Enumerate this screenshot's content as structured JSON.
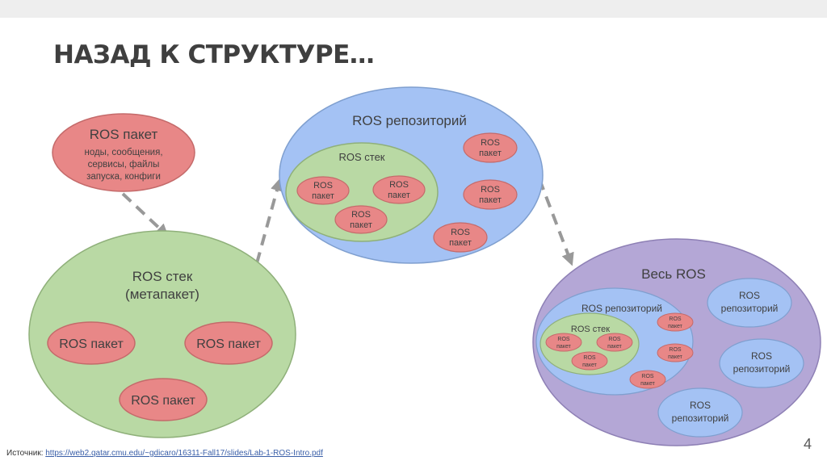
{
  "title": "НАЗАД К СТРУКТУРЕ…",
  "colors": {
    "package_fill": "#e88787",
    "package_stroke": "#c46a6a",
    "stack_fill": "#b9d9a4",
    "stack_stroke": "#8fb07a",
    "repo_fill": "#a4c2f4",
    "repo_stroke": "#7f9fcf",
    "ros_fill": "#b4a7d6",
    "ros_stroke": "#8e80b5",
    "arrow": "#999999"
  },
  "package_card": {
    "title": "ROS пакет",
    "description_lines": [
      "ноды, сообщения,",
      "сервисы, файлы",
      "запуска, конфиги"
    ]
  },
  "stack": {
    "title_lines": [
      "ROS стек",
      "(метапакет)"
    ],
    "packages": [
      "ROS пакет",
      "ROS пакет",
      "ROS пакет"
    ]
  },
  "repository": {
    "title": "ROS репозиторий",
    "stack_title": "ROS стек",
    "stack_packages": [
      [
        "ROS",
        "пакет"
      ],
      [
        "ROS",
        "пакет"
      ],
      [
        "ROS",
        "пакет"
      ]
    ],
    "loose_packages": [
      [
        "ROS",
        "пакет"
      ],
      [
        "ROS",
        "пакет"
      ],
      [
        "ROS",
        "пакет"
      ]
    ]
  },
  "whole_ros": {
    "title": "Весь ROS",
    "repo_title": "ROS репозиторий",
    "stack_title": "ROS стек",
    "stack_packages": [
      [
        "ROS",
        "пакет"
      ],
      [
        "ROS",
        "пакет"
      ],
      [
        "ROS",
        "пакет"
      ]
    ],
    "loose_packages": [
      [
        "ROS",
        "пакет"
      ],
      [
        "ROS",
        "пакет"
      ],
      [
        "ROS",
        "пакет"
      ]
    ],
    "other_repos": [
      [
        "ROS",
        "репозиторий"
      ],
      [
        "ROS",
        "репозиторий"
      ],
      [
        "ROS",
        "репозиторий"
      ]
    ]
  },
  "source": {
    "label": "Источник:",
    "url": "https://web2.qatar.cmu.edu/~gdicaro/16311-Fall17/slides/Lab-1-ROS-Intro.pdf"
  },
  "page_number": "4"
}
